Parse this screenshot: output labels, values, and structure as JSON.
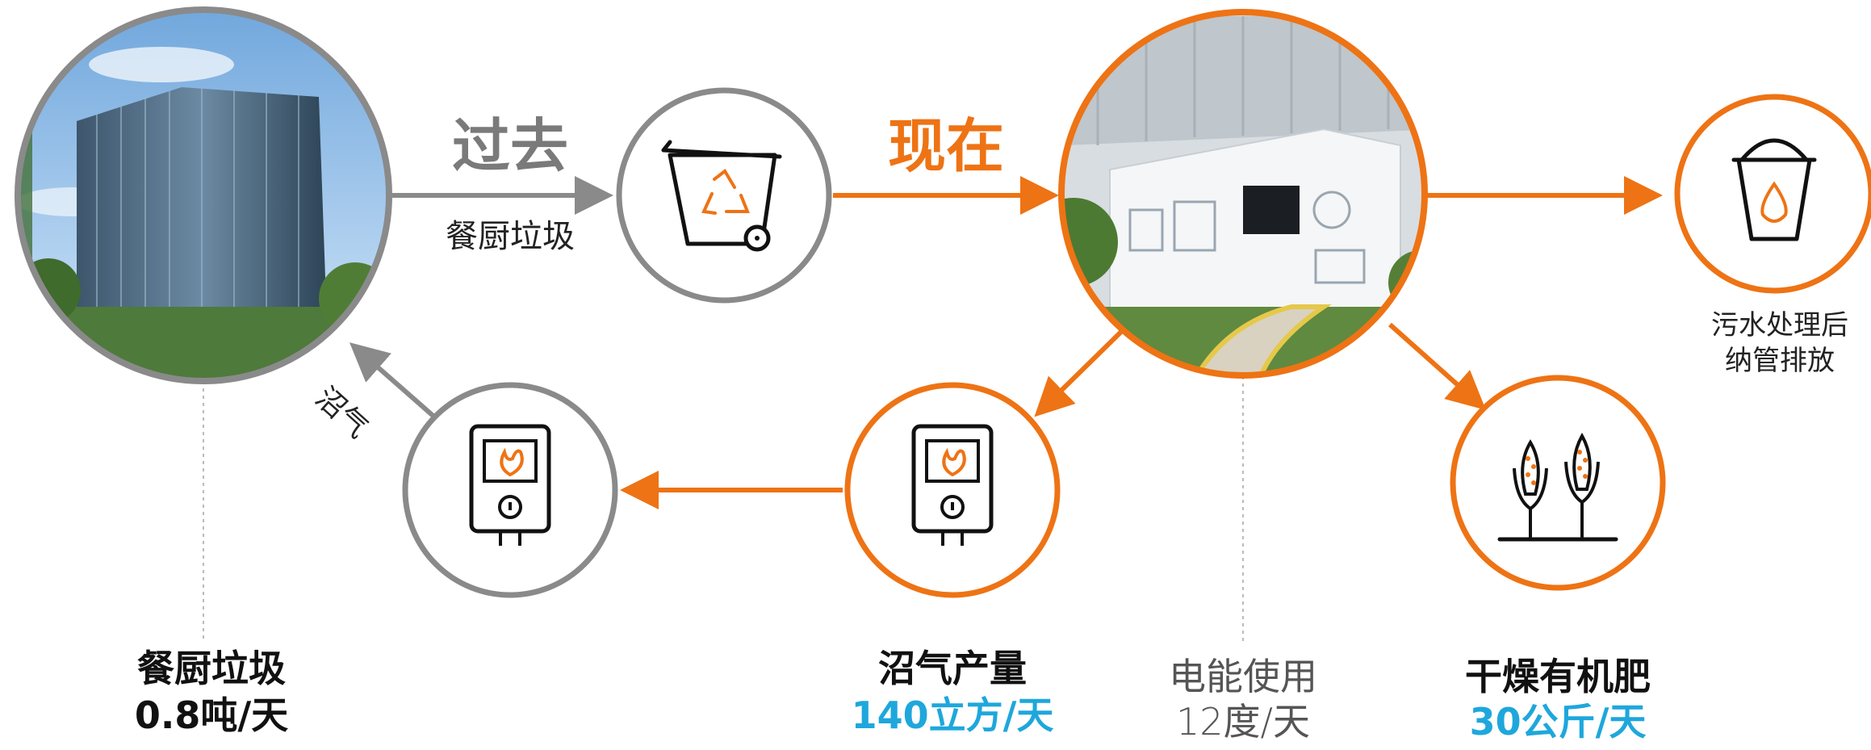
{
  "flow": {
    "past_label": "过去",
    "food_waste_label": "餐厨垃圾",
    "now_label": "现在",
    "biogas_return_label": "沼气",
    "wastewater_label_line1": "污水处理后",
    "wastewater_label_line2": "纳管排放"
  },
  "stats": {
    "food_waste": {
      "title": "餐厨垃圾",
      "value": "0.8吨/天"
    },
    "biogas": {
      "title": "沼气产量",
      "value": "140立方/天"
    },
    "electricity": {
      "title": "电能使用",
      "value": "12度/天"
    },
    "fertilizer": {
      "title": "干燥有机肥",
      "value": "30公斤/天"
    }
  },
  "icons": {
    "building_photo": "office-building-photo",
    "trash_bin": "recycle-trash-bin-icon",
    "facility_photo": "waste-processing-facility-photo",
    "water_bucket": "water-bucket-icon",
    "boiler_gray": "gas-boiler-icon",
    "boiler_orange": "gas-boiler-icon",
    "crops": "corn-crops-icon"
  },
  "colors": {
    "orange": "#ee7314",
    "gray": "#8a8a8a",
    "blue": "#1ea7dc"
  }
}
